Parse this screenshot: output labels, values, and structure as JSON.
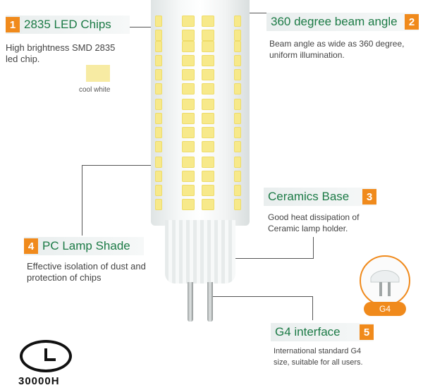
{
  "features": [
    {
      "number": "1",
      "title": "2835 LED Chips",
      "desc": "High brightness SMD 2835 led chip."
    },
    {
      "number": "2",
      "title": "360 degree beam angle",
      "desc": "Beam angle as wide as 360 degree, uniform illumination."
    },
    {
      "number": "3",
      "title": "Ceramics Base",
      "desc": "Good heat dissipation of Ceramic lamp holder."
    },
    {
      "number": "4",
      "title": "PC Lamp Shade",
      "desc": "Effective isolation of dust and protection of chips"
    },
    {
      "number": "5",
      "title": "G4 interface",
      "desc": "International standard G4 size, suitable for all  users."
    }
  ],
  "color_swatch": {
    "label": "cool white",
    "color": "#f7eba3"
  },
  "g4_inset": {
    "label": "G4"
  },
  "lifetime": {
    "label": "30000H"
  },
  "colors": {
    "accent": "#f08a1c",
    "title": "#1b7a45"
  }
}
